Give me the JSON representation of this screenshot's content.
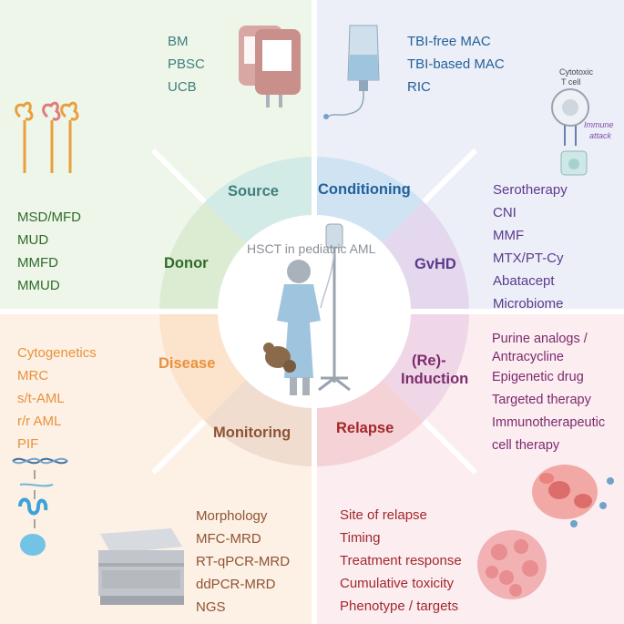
{
  "center": {
    "title": "HSCT in pediatric AML"
  },
  "segments": {
    "source": "Source",
    "conditioning": "Conditioning",
    "gvhd": "GvHD",
    "reinduction_1": "(Re)-",
    "reinduction_2": "Induction",
    "relapse": "Relapse",
    "monitoring": "Monitoring",
    "disease": "Disease",
    "donor": "Donor"
  },
  "lists": {
    "source": [
      "BM",
      "PBSC",
      "UCB"
    ],
    "conditioning": [
      "TBI-free MAC",
      "TBI-based MAC",
      "RIC"
    ],
    "gvhd": [
      "Serotherapy",
      "CNI",
      "MMF",
      "MTX/PT-Cy",
      "Abatacept",
      "Microbiome"
    ],
    "reinduction": [
      "Purine analogs /",
      "Antracycline",
      "Epigenetic drug",
      "Targeted therapy",
      "Immunotherapeutic",
      "cell therapy"
    ],
    "relapse": [
      "Site of relapse",
      "Timing",
      "Treatment response",
      "Cumulative toxicity",
      "Phenotype / targets"
    ],
    "monitoring": [
      "Morphology",
      "MFC-MRD",
      "RT-qPCR-MRD",
      "ddPCR-MRD",
      "NGS"
    ],
    "disease": [
      "Cytogenetics",
      "MRC",
      "s/t-AML",
      "r/r AML",
      "PIF"
    ],
    "donor": [
      "MSD/MFD",
      "MUD",
      "MMFD",
      "MMUD"
    ]
  },
  "annotations": {
    "cytotoxic_1": "Cytotoxic",
    "cytotoxic_2": "T cell",
    "immune_1": "Immune",
    "immune_2": "attack"
  },
  "colors": {
    "source": "#3f7f7c",
    "conditioning": "#23619a",
    "gvhd": "#5b3a8c",
    "reinduction": "#7d2b6e",
    "relapse": "#a3282b",
    "monitoring": "#8e5434",
    "disease": "#e8923c",
    "donor": "#2f6c2a"
  },
  "icons": [
    "blood-bags-icon",
    "iv-bag-icon",
    "t-cell-icon",
    "chromosome-icon",
    "dna-folding-icon",
    "cancer-cells-icon",
    "tumor-mass-icon",
    "lab-instrument-icon",
    "patient-with-iv-icon"
  ]
}
